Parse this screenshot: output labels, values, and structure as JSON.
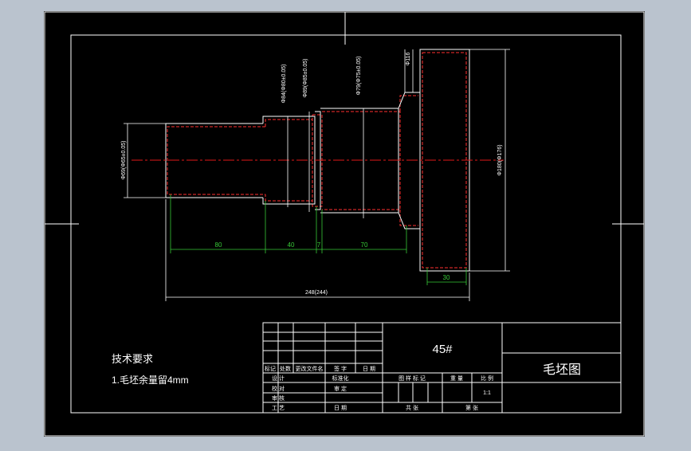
{
  "colors": {
    "background": "#bac3ce",
    "sheet": "#000000",
    "line": "#ffffff",
    "dimension_green": "#37c837",
    "centerline_red": "#e01818",
    "hidden_red": "#ff3030"
  },
  "tech_requirements": {
    "title": "技术要求",
    "item1": "1.毛坯余量留4mm"
  },
  "title_block": {
    "material": "45#",
    "drawing_name": "毛坯图",
    "revision_headers": [
      "标记",
      "处数",
      "更改文件名",
      "签 字",
      "日 期"
    ],
    "row_design": "设 计",
    "row_check": "校 对",
    "row_review": "审 核",
    "row_process": "工 艺",
    "std_label": "标准化",
    "audit_label": "审 定",
    "date_label": "日 期",
    "stage_label": "图 样 标 记",
    "weight_label": "重 量",
    "scale_label": "比 例",
    "scale_value": "1:1",
    "sheets_total": "共 张",
    "sheet_no": "第 张"
  },
  "dimensions": {
    "len_80": "80",
    "len_40": "40",
    "len_7": "7",
    "len_70": "70",
    "len_30": "30",
    "len_total": "248(244)",
    "dia_left": "Φ69(Φ65±0.05)",
    "dia_2": "Φ84(Φ80±0.05)",
    "dia_3": "Φ89(Φ85±0.05)",
    "dia_4": "Φ79(Φ75±0.05)",
    "dia_flange": "Φ180(Φ176)",
    "dia_neck": "Φ116"
  }
}
